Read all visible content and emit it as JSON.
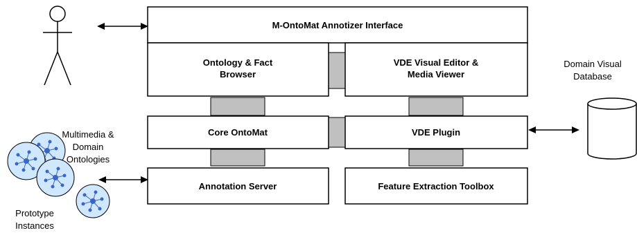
{
  "colors": {
    "box_border": "#000000",
    "connector_fill": "#c0c0c0",
    "ontology_fill": "#cfe8ff",
    "node_fill": "#3a67c4"
  },
  "boxes": {
    "interface": "M-OntoMat Annotizer Interface",
    "browser_line1": "Ontology & Fact",
    "browser_line2": "Browser",
    "vde_editor_line1": "VDE Visual Editor &",
    "vde_editor_line2": "Media Viewer",
    "core": "Core OntoMat",
    "vde_plugin": "VDE Plugin",
    "annotation_server": "Annotation Server",
    "feature_toolbox": "Feature Extraction Toolbox"
  },
  "labels": {
    "database_line1": "Domain Visual",
    "database_line2": "Database",
    "ontologies_line1": "Multimedia &",
    "ontologies_line2": "Domain",
    "ontologies_line3": "Ontologies",
    "instances_line1": "Prototype",
    "instances_line2": "Instances"
  },
  "icons": {
    "user": "stick-figure-icon",
    "database": "database-cylinder-icon",
    "ontology": "ontology-graph-icon"
  }
}
